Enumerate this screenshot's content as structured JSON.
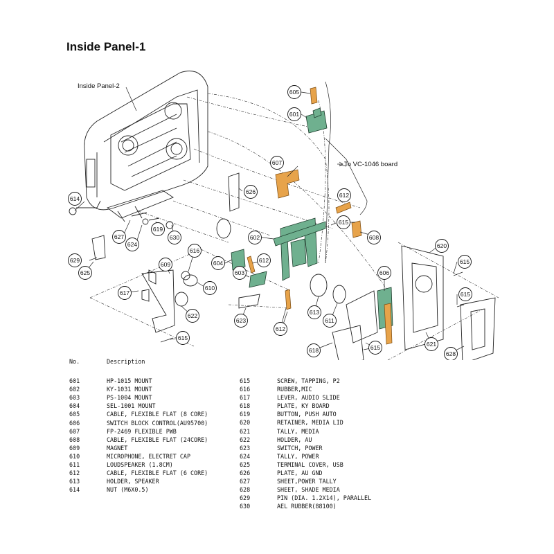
{
  "page": {
    "title": "Inside Panel-1",
    "label_inside_panel_2": "Inside Panel-2",
    "label_vc_board": "To VC-1046 board"
  },
  "callouts": [
    "605",
    "601",
    "607",
    "612",
    "615",
    "608",
    "626",
    "602",
    "604",
    "612",
    "603",
    "606",
    "620",
    "615",
    "614",
    "627",
    "624",
    "619",
    "630",
    "616",
    "609",
    "610",
    "617",
    "622",
    "623",
    "612",
    "613",
    "611",
    "618",
    "615",
    "621",
    "615",
    "628",
    "629",
    "625",
    "615",
    "615"
  ],
  "legend": {
    "header_no": "No.",
    "header_desc": "Description",
    "left": [
      {
        "no": "601",
        "desc": "HP-1015 MOUNT"
      },
      {
        "no": "602",
        "desc": "KY-1031 MOUNT"
      },
      {
        "no": "603",
        "desc": "PS-1004 MOUNT"
      },
      {
        "no": "604",
        "desc": "SEL-1001 MOUNT"
      },
      {
        "no": "605",
        "desc": "CABLE, FLEXIBLE FLAT (8 CORE)"
      },
      {
        "no": "606",
        "desc": "SWITCH BLOCK CONTROL(AU95700)"
      },
      {
        "no": "607",
        "desc": "FP-2469 FLEXIBLE PWB"
      },
      {
        "no": "608",
        "desc": "CABLE, FLEXIBLE FLAT (24CORE)"
      },
      {
        "no": "609",
        "desc": "MAGNET"
      },
      {
        "no": "610",
        "desc": "MICROPHONE, ELECTRET CAP"
      },
      {
        "no": "611",
        "desc": "LOUDSPEAKER (1.8CM)"
      },
      {
        "no": "612",
        "desc": "CABLE, FLEXIBLE FLAT (6 CORE)"
      },
      {
        "no": "613",
        "desc": "HOLDER, SPEAKER"
      },
      {
        "no": "614",
        "desc": "NUT (M6X0.5)"
      }
    ],
    "right": [
      {
        "no": "615",
        "desc": "SCREW, TAPPING, P2"
      },
      {
        "no": "616",
        "desc": "RUBBER,MIC"
      },
      {
        "no": "617",
        "desc": "LEVER, AUDIO SLIDE"
      },
      {
        "no": "618",
        "desc": "PLATE, KY BOARD"
      },
      {
        "no": "619",
        "desc": "BUTTON, PUSH AUTO"
      },
      {
        "no": "620",
        "desc": "RETAINER, MEDIA LID"
      },
      {
        "no": "621",
        "desc": "TALLY, MEDIA"
      },
      {
        "no": "622",
        "desc": "HOLDER, AU"
      },
      {
        "no": "623",
        "desc": "SWITCH, POWER"
      },
      {
        "no": "624",
        "desc": "TALLY, POWER"
      },
      {
        "no": "625",
        "desc": "TERMINAL COVER, USB"
      },
      {
        "no": "626",
        "desc": "PLATE, AU GND"
      },
      {
        "no": "627",
        "desc": "SHEET,POWER TALLY"
      },
      {
        "no": "628",
        "desc": "SHEET, SHADE MEDIA"
      },
      {
        "no": "629",
        "desc": "PIN (DIA. 1.2X14), PARALLEL"
      },
      {
        "no": "630",
        "desc": "AEL RUBBER(88100)"
      }
    ]
  }
}
